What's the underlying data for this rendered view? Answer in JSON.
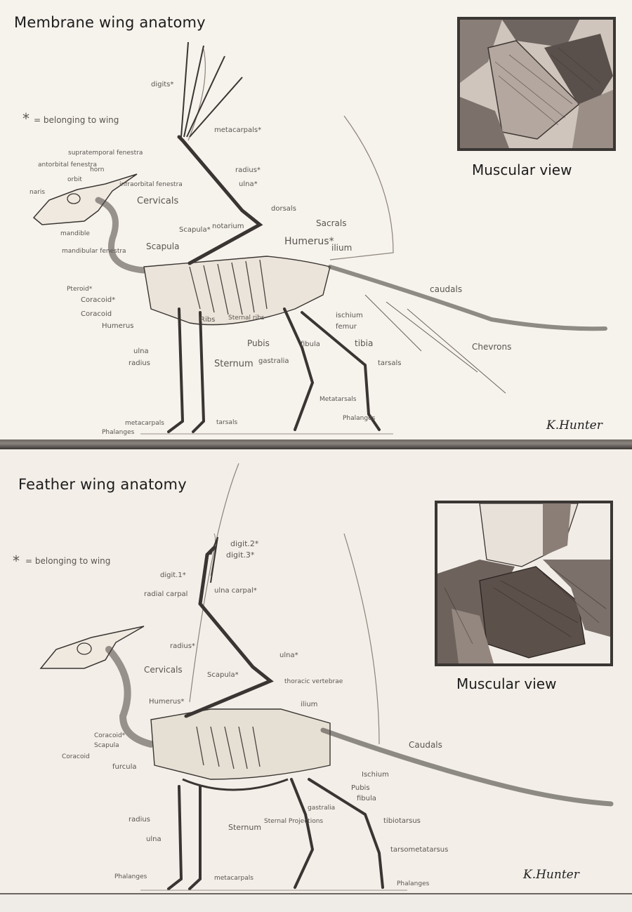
{
  "top": {
    "title": "Membrane wing anatomy",
    "legend": "= belonging to wing",
    "inset_caption": "Muscular view",
    "signature": "K.Hunter",
    "labels": {
      "digits": "digits*",
      "metacarpals_wing": "metacarpals*",
      "radius_wing": "radius*",
      "ulna_wing": "ulna*",
      "supratemporal": "supratemporal fenestra",
      "antorbital": "antorbital fenestra",
      "orbit": "orbit",
      "horn": "horn",
      "infraorbital": "infraorbital fenestra",
      "naris": "naris",
      "mandible": "mandible",
      "mandibular": "mandibular fenestra",
      "cervicals": "Cervicals",
      "dorsals": "dorsals",
      "sacrals": "Sacrals",
      "notarium": "notarium",
      "scapula_wing": "Scapula*",
      "scapula": "Scapula",
      "humerus_wing": "Humerus*",
      "ilium": "ilium",
      "caudals": "caudals",
      "pteroid": "Pteroid*",
      "coracoid_wing": "Coracoid*",
      "coracoid": "Coracoid",
      "humerus": "Humerus",
      "ribs": "Ribs",
      "sternal_ribs": "Sternal ribs",
      "ischium": "ischium",
      "femur": "femur",
      "ulna": "ulna",
      "radius": "radius",
      "pubis": "Pubis",
      "fibula": "fibula",
      "tibia": "tibia",
      "chevrons": "Chevrons",
      "sternum": "Sternum",
      "gastralia": "gastralia",
      "tarsals": "tarsals",
      "metatarsals": "Metatarsals",
      "metacarpals": "metacarpals",
      "phalanges": "Phalanges",
      "tarsals_front": "tarsals",
      "phalanges_hind": "Phalanges"
    }
  },
  "bottom": {
    "title": "Feather wing anatomy",
    "legend": "= belonging to wing",
    "inset_caption": "Muscular view",
    "signature": "K.Hunter",
    "labels": {
      "digit2": "digit.2*",
      "digit3": "digit.3*",
      "digit1": "digit.1*",
      "radial_carpal": "radial carpal",
      "ulna_carpal": "ulna carpal*",
      "radius_wing": "radius*",
      "ulna_wing": "ulna*",
      "cervicals": "Cervicals",
      "scapula_wing": "Scapula*",
      "thoracic": "thoracic vertebrae",
      "humerus_wing": "Humerus*",
      "ilium": "ilium",
      "coracoid_wing": "Coracoid*",
      "scapula": "Scapula",
      "coracoid": "Coracoid",
      "furcula": "furcula",
      "caudals": "Caudals",
      "ischium": "Ischium",
      "pubis": "Pubis",
      "fibula": "fibula",
      "radius": "radius",
      "sternum": "Sternum",
      "sternal_projections": "Sternal Projections",
      "gastralia": "gastralia",
      "tibiotarsus": "tibiotarsus",
      "tarsometatarsus": "tarsometatarsus",
      "ulna": "ulna",
      "phalanges": "Phalanges",
      "metacarpals": "metacarpals",
      "phalanges_hind": "Phalanges"
    }
  }
}
